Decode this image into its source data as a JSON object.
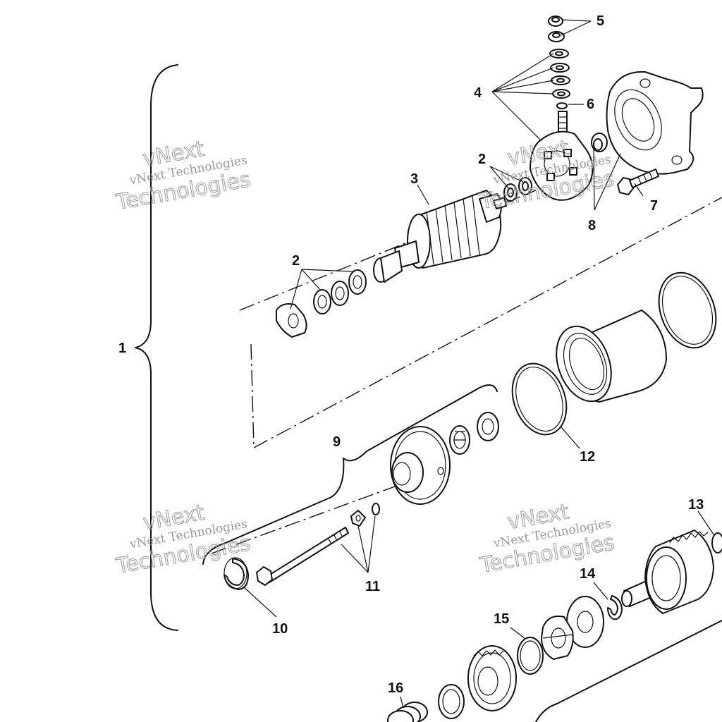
{
  "callouts": {
    "c1": "1",
    "c2a": "2",
    "c2b": "2",
    "c3": "3",
    "c4": "4",
    "c5": "5",
    "c6": "6",
    "c7": "7",
    "c8": "8",
    "c9": "9",
    "c10": "10",
    "c11": "11",
    "c12": "12",
    "c13": "13",
    "c14": "14",
    "c15": "15",
    "c16": "16"
  },
  "watermark": {
    "small": "vNext Technologies",
    "big": "Technologies",
    "brand": "vNext"
  },
  "colors": {
    "ink": "#111111",
    "watermark": "#9a9a9a",
    "background": "#ffffff"
  }
}
